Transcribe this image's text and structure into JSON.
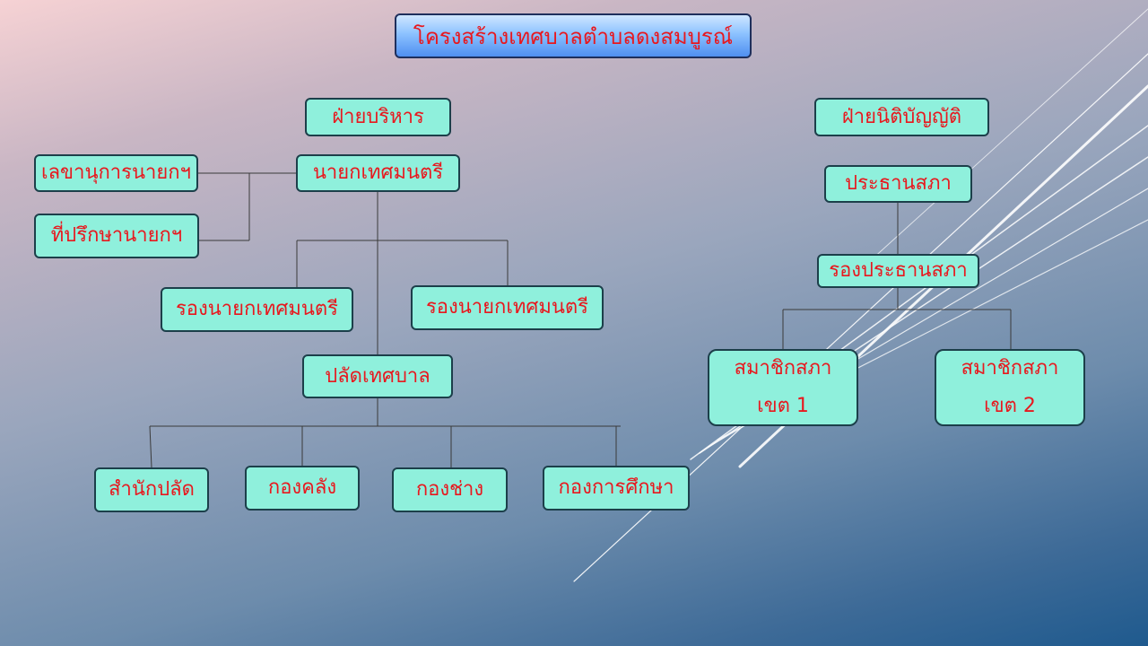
{
  "title": "โครงสร้างเทศบาลตำบลดงสมบูรณ์",
  "executive": {
    "header": "ฝ่ายบริหาร",
    "mayor": "นายกเทศมนตรี",
    "secretary": "เลขานุการนายกฯ",
    "advisor": "ที่ปรึกษานายกฯ",
    "deputy_1": "รองนายกเทศมนตรี",
    "deputy_2": "รองนายกเทศมนตรี",
    "clerk": "ปลัดเทศบาล",
    "divisions": [
      "สำนักปลัด",
      "กองคลัง",
      "กองช่าง",
      "กองการศึกษา"
    ]
  },
  "legislative": {
    "header": "ฝ่ายนิติบัญญัติ",
    "president": "ประธานสภา",
    "vice_president": "รองประธานสภา",
    "member_1": {
      "line1": "สมาชิกสภา",
      "line2": "เขต 1"
    },
    "member_2": {
      "line1": "สมาชิกสภา",
      "line2": "เขต 2"
    }
  },
  "colors": {
    "box_fill": "#8ff0dc",
    "box_border": "#1c3f4a",
    "text": "#e8181e",
    "title_fill": "#6aa8f8"
  }
}
